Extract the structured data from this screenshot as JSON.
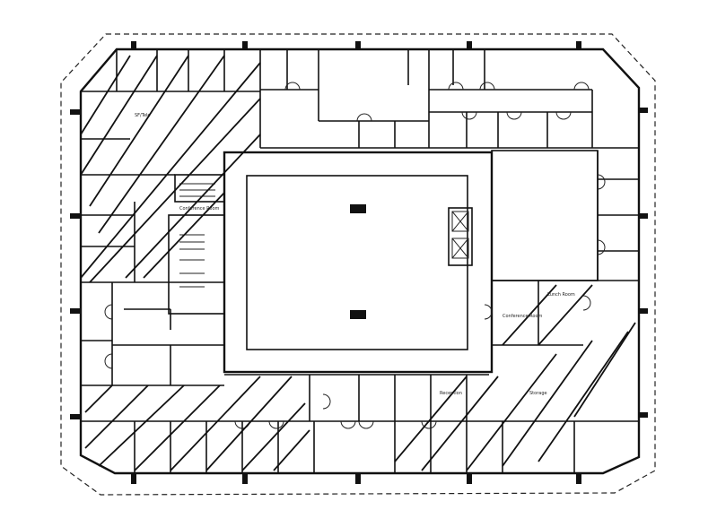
{
  "plan": {
    "labels": {
      "conference_room_1": "Conference Room",
      "conference_room_2": "Conference Room",
      "lunch_room": "Lunch Room",
      "storage": "Storage",
      "reception": "Reception",
      "office_sf": "SF/Tele"
    }
  }
}
